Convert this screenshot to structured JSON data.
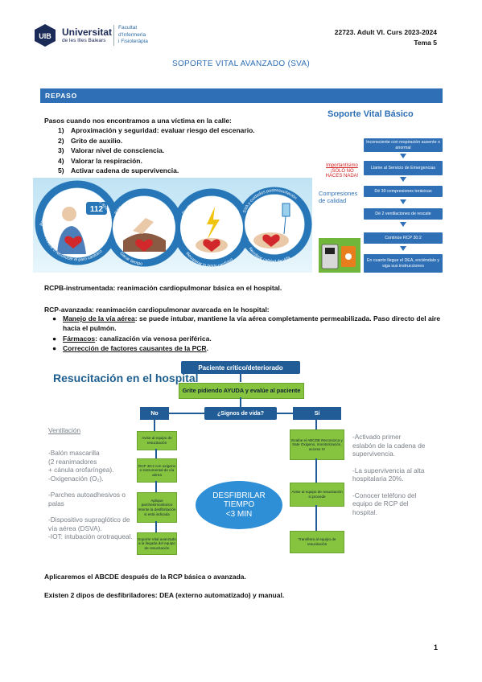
{
  "header": {
    "university_name": "Universitat",
    "university_sub": "de les Illes Balears",
    "logo_text": "UIB",
    "faculty_lines": [
      "Facultat",
      "d'Infermeria",
      "i Fisioteràpia"
    ],
    "course_line": "22723. Adult VI. Curs 2023-2024",
    "topic_line": "Tema 5"
  },
  "title": "SOPORTE VITAL AVANZADO (SVA)",
  "section": "REPASO",
  "intro": "Pasos cuando nos encontramos a una víctima en la calle:",
  "steps": [
    {
      "n": "1)",
      "text": "Aproximación y seguridad: evaluar riesgo del escenario."
    },
    {
      "n": "2)",
      "text": "Grito de auxilio."
    },
    {
      "n": "3)",
      "text": "Valorar nivel de consciencia."
    },
    {
      "n": "4)",
      "text": "Valorar la respiración."
    },
    {
      "n": "5)",
      "text": "Activar cadena de supervivencia."
    }
  ],
  "chain": {
    "labels": [
      "Reconocimiento temprano y solicitud de ayuda",
      "RCP por testigos",
      "Desfibrilación temprana",
      "SVA y cuidados postresucitación"
    ],
    "bottom_labels": [
      "Prevenir o reconocer el paro cardíaco",
      "Ganar tiempo",
      "Recuperar la latido cardíaco",
      "Recobrar calidad de vida"
    ],
    "phone_number": "112"
  },
  "svb": {
    "title": "Soporte Vital Básico",
    "boxes": [
      "Inconsciente con respiración ausente o anormal",
      "Llame al Servicio de Emergencias",
      "Dé 30 compresiones torácicas",
      "Dé 2 ventilaciones de rescate",
      "Continúe RCP 30:2",
      "En cuanto llegue el DEA, enciéndalo y siga sus instrucciones"
    ],
    "note_red": [
      "Importantísimo",
      "¡SOLO NO",
      "HACES NADA!"
    ],
    "note_blue": [
      "Compresiones",
      "de calidad"
    ]
  },
  "defs": {
    "rcpb": "RCPB-instrumentada: reanimación cardiopulmonar básica en el hospital.",
    "rcpa": "RCP-avanzada: reanimación cardiopulmonar avarcada en le hospital:",
    "bullets": [
      {
        "term": "Manejo de la vía aérea",
        "text": ": se puede intubar, mantiene la vía aérea completamente permeabilizada. Paso directo del aire hacia el pulmón."
      },
      {
        "term": "Fármacos",
        "text": ": canalización vía venosa periférica."
      },
      {
        "term": "Corrección de factores causantes de la PCR",
        "text": "."
      }
    ]
  },
  "hospital": {
    "title": "Resucitación en el hospital",
    "top_box": "Paciente crítico/deteriorado",
    "shout_box": "Grite pidiendo AYUDA y evalúe al paciente",
    "question": "¿Signos de vida?",
    "no": "No",
    "si": "Sí",
    "left_boxes": [
      "Avise al equipo de resucitación",
      "RCP 30:2 con oxígeno e instrumental de vía aérea",
      "Aplique parches/monitorice Intente la desfibrilación si está indicada",
      "Soporte Vital avanzado a la llegada del equipo de resucitación"
    ],
    "right_boxes": [
      "Evalúe el ABCDE Reconozca y trate Oxígeno, monitorización, acceso IV",
      "Avise al equipo de resucitación si procede",
      "Transfiera al equipo de resucitación"
    ],
    "defib": [
      "DESFIBRILAR",
      "TIEMPO",
      "<3 MIN"
    ],
    "ventilacion_heading": "Ventilación",
    "left_notes": [
      "-Balón mascarilla",
      "(2 reanimadores",
      "+ cánula orofaríngea).",
      "-Oxigenación (O₂).",
      "",
      "-Parches autoadhesivos o",
      "palas",
      "",
      "-Dispositivo supraglótico de",
      "vía aérea (DSVA).",
      "-IOT: intubación orotraqueal."
    ],
    "right_notes": [
      "-Activado primer",
      "eslabón de la cadena de",
      "supervivencia.",
      "",
      "-La supervivencia al alta",
      "hospitalaria 20%.",
      "",
      "-Conocer teléfono del",
      "equipo de RCP del",
      "hospital."
    ]
  },
  "footer": {
    "abcde": "Aplicaremos el ABCDE después de la RCP básica o avanzada.",
    "defib_types": "Existen 2 dipos de desfibriladores: DEA (externo automatizado) y manual.",
    "page_number": "1"
  },
  "colors": {
    "accent": "#2e6fb5",
    "green": "#86c440",
    "navy": "#215c96",
    "red": "#d02020"
  }
}
